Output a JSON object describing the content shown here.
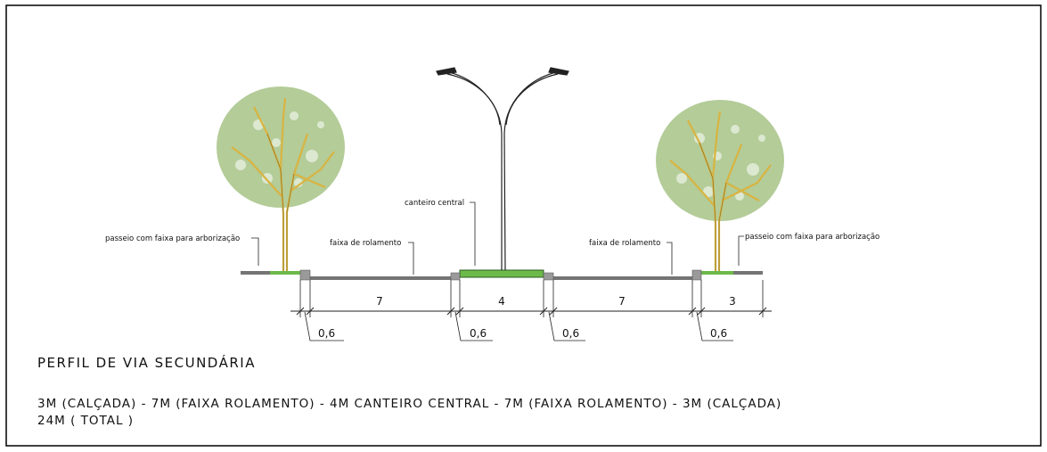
{
  "labels": {
    "left_sidewalk": "passeio com faixa para arborização",
    "right_sidewalk": "passeio com faixa para arborização",
    "left_lane": "faixa de rolamento",
    "right_lane": "faixa de rolamento",
    "median": "canteiro central"
  },
  "dimensions": {
    "left_lane": "7",
    "median": "4",
    "right_lane": "7",
    "sidewalk": "3",
    "curb_1": "0,6",
    "curb_2": "0,6",
    "curb_3": "0,6",
    "curb_4": "0,6"
  },
  "title": "PERFIL DE VIA SECUNDÁRIA",
  "description_line1": "3M (CALÇADA) - 7M (FAIXA ROLAMENTO) - 4M CANTEIRO CENTRAL - 7M (FAIXA ROLAMENTO)  - 3M (CALÇADA)",
  "description_line2": "24M ( TOTAL )",
  "colors": {
    "grass": "#6cba4a",
    "curb": "#9a9a9a",
    "foliage": "#a6c487",
    "trunk": "#d9b441",
    "line": "#222222"
  }
}
